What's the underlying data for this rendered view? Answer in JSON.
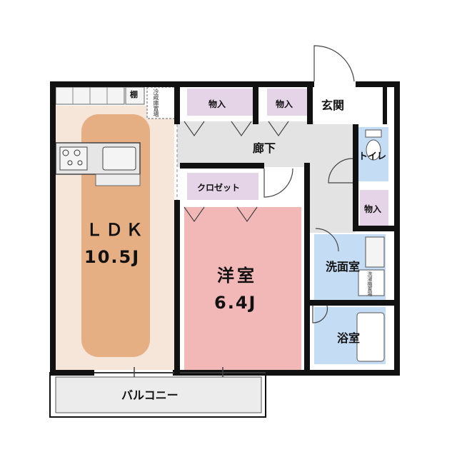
{
  "colors": {
    "wall": "#111111",
    "ldk_fill": "#e2a373",
    "western_fill": "#f2b8b8",
    "wet_fill": "#c5dcf5",
    "storage_fill": "#e5d3e7",
    "corridor_fill": "#e3e3e3",
    "fixture": "#dcdcdc"
  },
  "rooms": {
    "ldk": {
      "name": "ＬＤＫ",
      "size": "10.5J"
    },
    "western": {
      "name": "洋室",
      "size": "6.4J"
    },
    "entrance": "玄関",
    "corridor": "廊下",
    "toilet": "トイレ",
    "storage_1": "物入",
    "storage_2": "物入",
    "storage_3": "物入",
    "closet": "クロゼット",
    "washroom": "洗面室",
    "bathroom": "浴室",
    "balcony": "バルコニー",
    "shelf": "棚",
    "fridge_space": "冷蔵庫置場",
    "washer_space": "洗濯機置場"
  }
}
